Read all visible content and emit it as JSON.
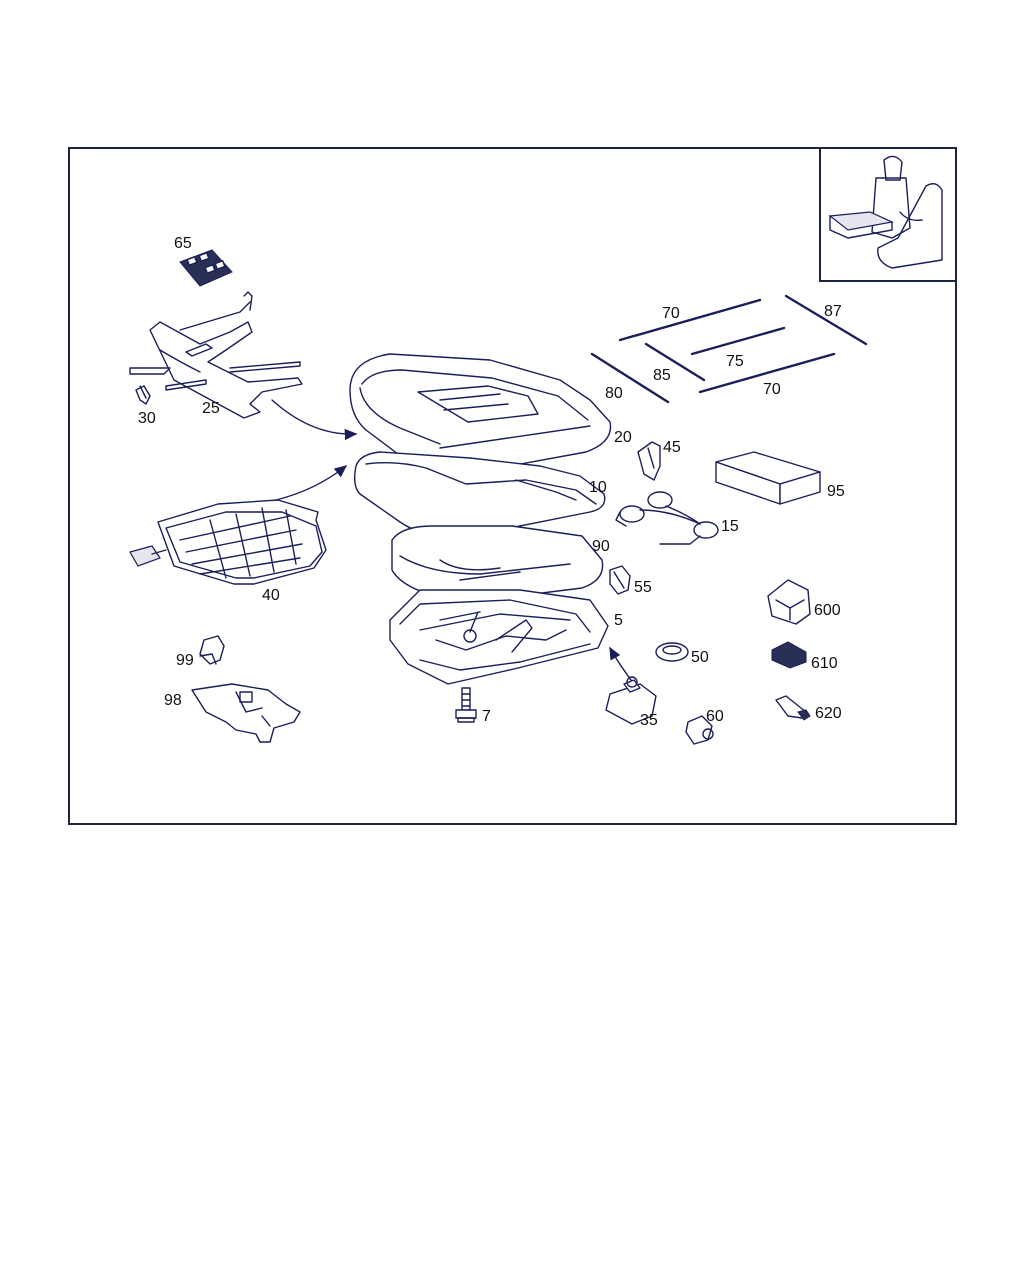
{
  "diagram": {
    "colors": {
      "line": "#1a1f5a",
      "frame": "#1e2340",
      "label": "#111111",
      "background": "#ffffff"
    },
    "labels": {
      "p65": "65",
      "p25": "25",
      "p30": "30",
      "p40": "40",
      "p99": "99",
      "p98": "98",
      "p7": "7",
      "p20": "20",
      "p10": "10",
      "p90": "90",
      "p5": "5",
      "p35": "35",
      "p45": "45",
      "p15": "15",
      "p55": "55",
      "p50": "50",
      "p60": "60",
      "p70a": "70",
      "p70b": "70",
      "p87": "87",
      "p75": "75",
      "p85": "85",
      "p80": "80",
      "p95": "95",
      "p600": "600",
      "p610": "610",
      "p620": "620"
    }
  }
}
